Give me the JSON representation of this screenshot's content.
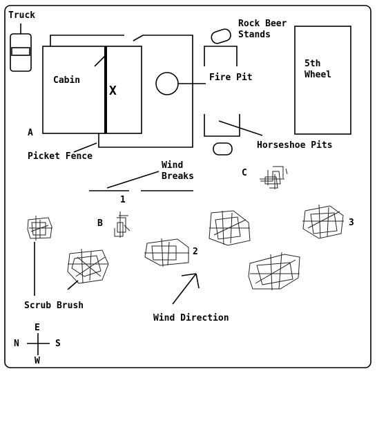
{
  "labels": {
    "truck": "Truck",
    "rock_beer_stands": "Rock Beer Stands",
    "rock_beer_line1": "Rock Beer",
    "rock_beer_line2": "Stands",
    "cabin": "Cabin",
    "x_mark": "X",
    "fire_pit": "Fire Pit",
    "fifth_wheel_line1": "5th",
    "fifth_wheel_line2": "Wheel",
    "point_a": "A",
    "picket_fence": "Picket Fence",
    "horseshoe_pits": "Horseshoe Pits",
    "wind_breaks_line1": "Wind",
    "wind_breaks_line2": "Breaks",
    "point_c": "C",
    "marker_1": "1",
    "point_b": "B",
    "marker_2": "2",
    "marker_3": "3",
    "scrub_brush": "Scrub Brush",
    "wind_direction": "Wind Direction"
  },
  "compass": {
    "east": "E",
    "north": "N",
    "south": "S",
    "west": "W"
  }
}
